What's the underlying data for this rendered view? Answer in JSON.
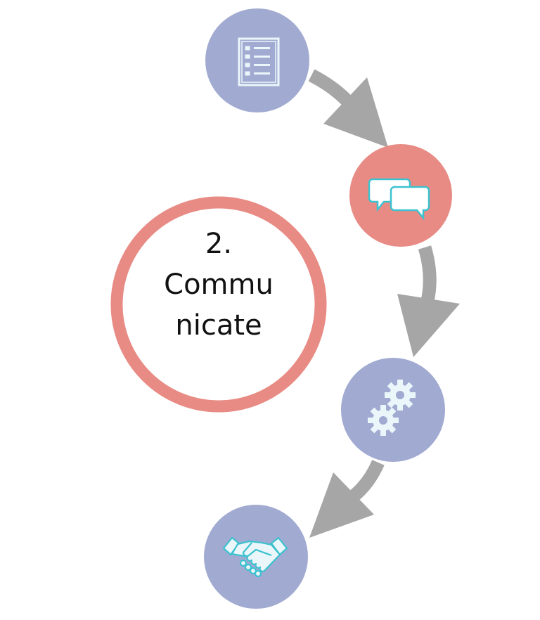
{
  "colors": {
    "blue_node": "#a1aad1",
    "red_node": "#e88b84",
    "ring": "#e88b84",
    "arrow": "#a6a6a6",
    "icon": "#eaf6fa",
    "icon_teal": "#3cc2cf"
  },
  "center": {
    "number": "2.",
    "line1": "Commu",
    "line2": "nicate"
  },
  "steps": [
    {
      "icon": "checklist-icon",
      "active": false
    },
    {
      "icon": "chat-bubbles-icon",
      "active": true
    },
    {
      "icon": "gears-icon",
      "active": false
    },
    {
      "icon": "handshake-icon",
      "active": false
    }
  ]
}
